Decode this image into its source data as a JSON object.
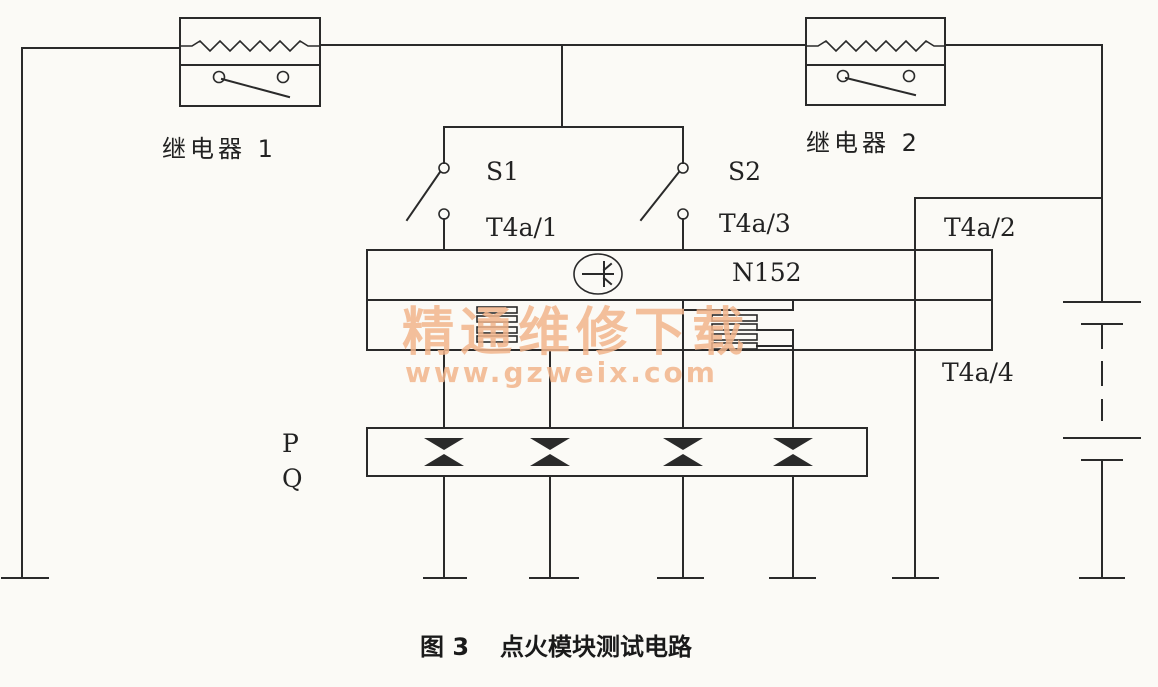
{
  "relays": {
    "relay1": "继电器 1",
    "relay2": "继电器 2"
  },
  "switches": {
    "s1": "S1",
    "s2": "S2"
  },
  "terminals": {
    "t1": "T4a/1",
    "t3": "T4a/3",
    "t2": "T4a/2",
    "t4": "T4a/4"
  },
  "module": {
    "label": "N152"
  },
  "diodes": {
    "p": "P",
    "q": "Q"
  },
  "watermark": {
    "cn": "精通维修下载",
    "url": "www.gzweix.com"
  },
  "caption": {
    "figure": "图 3",
    "title": "点火模块测试电路"
  }
}
